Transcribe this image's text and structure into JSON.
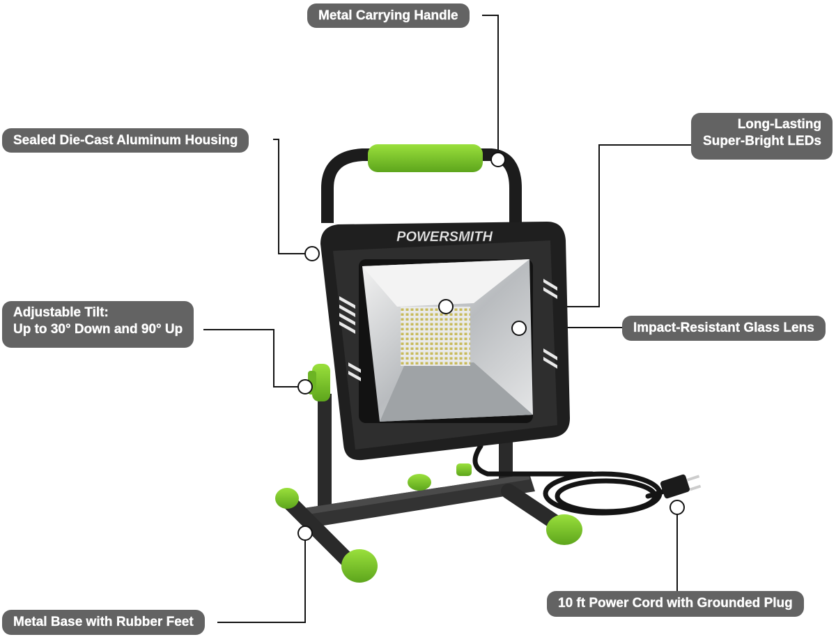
{
  "brand": {
    "name": "POWERSMITH"
  },
  "callouts": {
    "handle": "Metal Carrying Handle",
    "housing": "Sealed Die-Cast Aluminum Housing",
    "leds_line1": "Long-Lasting",
    "leds_line2": "Super-Bright LEDs",
    "tilt_line1": "Adjustable Tilt:",
    "tilt_line2": "Up to 30° Down and 90° Up",
    "lens": "Impact-Resistant Glass Lens",
    "cord": "10 ft Power Cord with Grounded Plug",
    "base": "Metal Base with Rubber Feet"
  },
  "colors": {
    "label_bg": "#636363",
    "accent_green": "#7cc42c",
    "housing_black": "#1f1f1f"
  }
}
